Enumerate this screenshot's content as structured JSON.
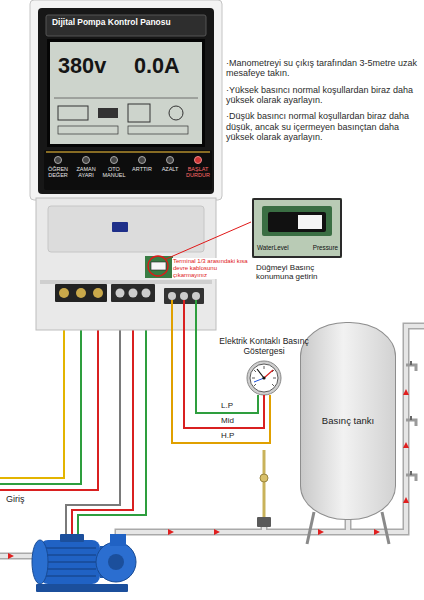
{
  "diagram": {
    "nodes": [
      {
        "text": [
          "Dijital Pompa Kontrol Panosu"
        ]
      },
      {
        "text": [
          "380v",
          "0.0A"
        ],
        "in": 0
      },
      {
        "text": [
          "WaterLevel",
          "Pressure"
        ]
      },
      {
        "text": [
          "Elektrik Kontaklı Basınç Göstergesi"
        ]
      },
      {
        "text": [
          "Basınç tankı"
        ]
      }
    ],
    "edges": [
      {
        "from": 0,
        "to": 3,
        "label": "L.P",
        "arrow": "none"
      },
      {
        "from": 0,
        "to": 3,
        "label": "Mid",
        "arrow": "none"
      },
      {
        "from": 0,
        "to": 3,
        "label": "H.P",
        "arrow": "none"
      }
    ],
    "labels": [
      "·Manometreyi su çıkış tarafından 3-5metre uzak mesafeye takın.",
      "·Yüksek basıncı normal koşullardan biraz daha yüksek olarak ayarlayın.",
      "·Düşük basıncı normal koşullardan biraz daha düşük, ancak su içermeyen basınçtan daha yüksek olarak ayarlayın.",
      "ÖĞREN DEĞER",
      "ZAMAN AYARI",
      "OTO MANUEL",
      "ARTTIR",
      "AZALT",
      "BAŞLAT DURDUR",
      "Terminal 1/3 arasındaki kısa devre kablosunu çıkarmayınız",
      "Düğmeyi Basınç konumuna getirin",
      "Giriş"
    ]
  }
}
